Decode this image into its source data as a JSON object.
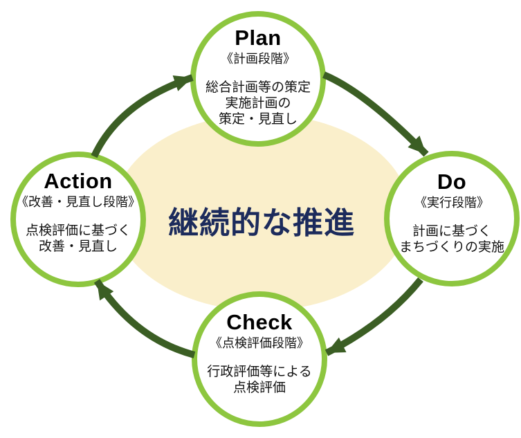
{
  "diagram": {
    "type": "pdca-cycle",
    "center_label": "継続的な推進",
    "nodes": {
      "plan": {
        "title": "Plan",
        "stage": "《計画段階》",
        "body": "総合計画等の策定\n実施計画の\n策定・見直し"
      },
      "do": {
        "title": "Do",
        "stage": "《実行段階》",
        "body": "計画に基づく\nまちづくりの実施"
      },
      "check": {
        "title": "Check",
        "stage": "《点検評価段階》",
        "body": "行政評価等による\n点検評価"
      },
      "action": {
        "title": "Action",
        "stage": "《改善・見直し段階》",
        "body": "点検評価に基づく\n改善・見直し"
      }
    },
    "flow_order": [
      "Plan",
      "Do",
      "Check",
      "Action"
    ],
    "colors": {
      "circle_border": "#8DC63F",
      "arrow": "#3B5E24",
      "center_ellipse": "#FAEFCB",
      "center_text": "#1C2B5C",
      "text": "#111111",
      "circle_fill": "#FFFFFF",
      "background": "#FFFFFF"
    }
  }
}
